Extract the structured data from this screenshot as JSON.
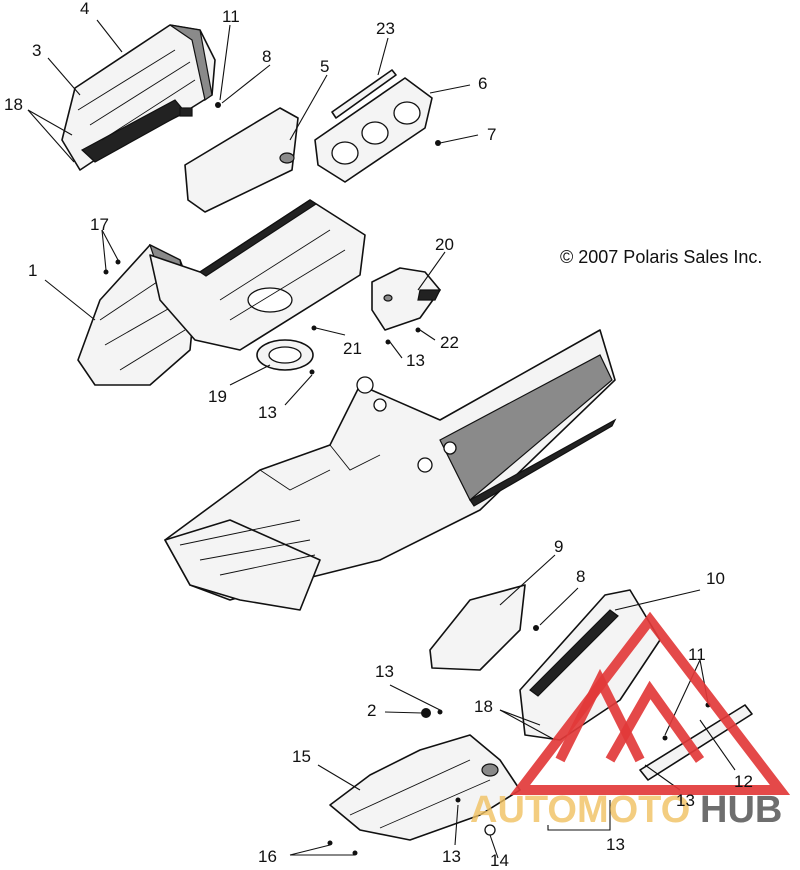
{
  "copyright": "© 2007 Polaris Sales Inc.",
  "watermark": {
    "text_a": "AUTOMOTO",
    "text_b": "HUB",
    "color_a": "#f0c060",
    "color_b": "#555555",
    "triangle_color": "#e23a3a"
  },
  "callouts": {
    "n1": "1",
    "n2": "2",
    "n3": "3",
    "n4": "4",
    "n5": "5",
    "n6": "6",
    "n7": "7",
    "n8a": "8",
    "n8b": "8",
    "n9": "9",
    "n10": "10",
    "n11a": "11",
    "n11b": "11",
    "n12": "12",
    "n13a": "13",
    "n13b": "13",
    "n13c": "13",
    "n13d": "13",
    "n13e": "13",
    "n13f": "13",
    "n14": "14",
    "n15": "15",
    "n16": "16",
    "n17": "17",
    "n18a": "18",
    "n18b": "18",
    "n19": "19",
    "n20": "20",
    "n21": "21",
    "n22": "22",
    "n23": "23"
  }
}
